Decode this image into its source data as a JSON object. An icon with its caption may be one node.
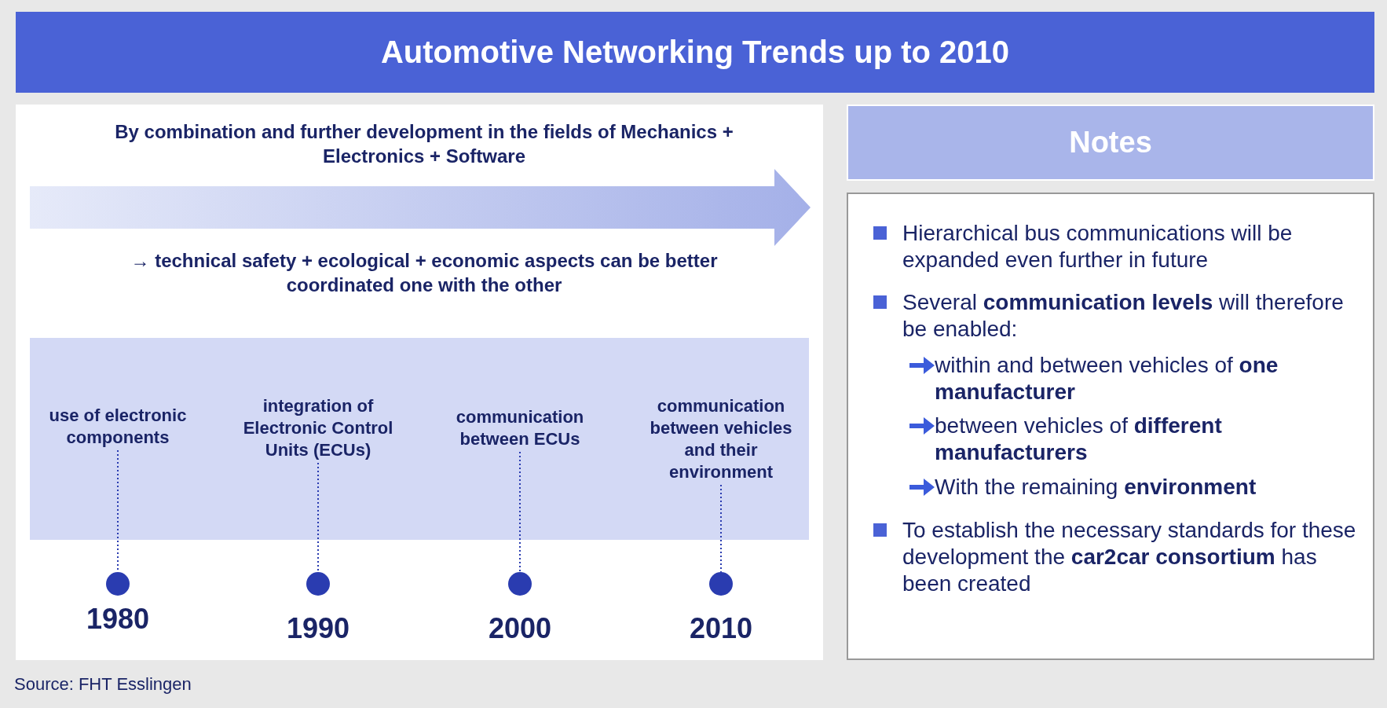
{
  "diagram": {
    "title": "Automotive Networking Trends up to 2010",
    "caption": "Source: FHT Esslingen",
    "nodes": [
      {
        "text": [
          "use of electronic components"
        ]
      },
      {
        "text": [
          "integration of Electronic Control Units (ECUs)"
        ]
      },
      {
        "text": [
          "communication between ECUs"
        ]
      },
      {
        "text": [
          "communication between vehicles and their environment"
        ]
      },
      {
        "text": [],
        "shape": "circle",
        "beside": [
          "1980"
        ]
      },
      {
        "text": [],
        "shape": "circle",
        "beside": [
          "1990"
        ]
      },
      {
        "text": [],
        "shape": "circle",
        "beside": [
          "2000"
        ]
      },
      {
        "text": [],
        "shape": "circle",
        "beside": [
          "2010"
        ]
      }
    ],
    "edges": [
      {
        "from": 0,
        "to": 4,
        "arrow": "none",
        "style": "dashed"
      },
      {
        "from": 1,
        "to": 5,
        "arrow": "none",
        "style": "dashed"
      },
      {
        "from": 2,
        "to": 6,
        "arrow": "none",
        "style": "dashed"
      },
      {
        "from": 3,
        "to": 7,
        "arrow": "none",
        "style": "dashed"
      }
    ],
    "labels": [
      "By combination and further development in the fields of Mechanics + Electronics + Software",
      "→ technical safety + ecological + economic aspects can be better coordinated one with the other",
      "Notes",
      "Hierarchical bus communications will be expanded even further in future",
      "Several **communication levels** will therefore be enabled:",
      "within and between vehicles of **one manufacturer**",
      "between vehicles of **different manufacturers**",
      "With the remaining **environment**",
      "To establish the necessary standards for these development the **car2car consortium** has been created"
    ]
  }
}
